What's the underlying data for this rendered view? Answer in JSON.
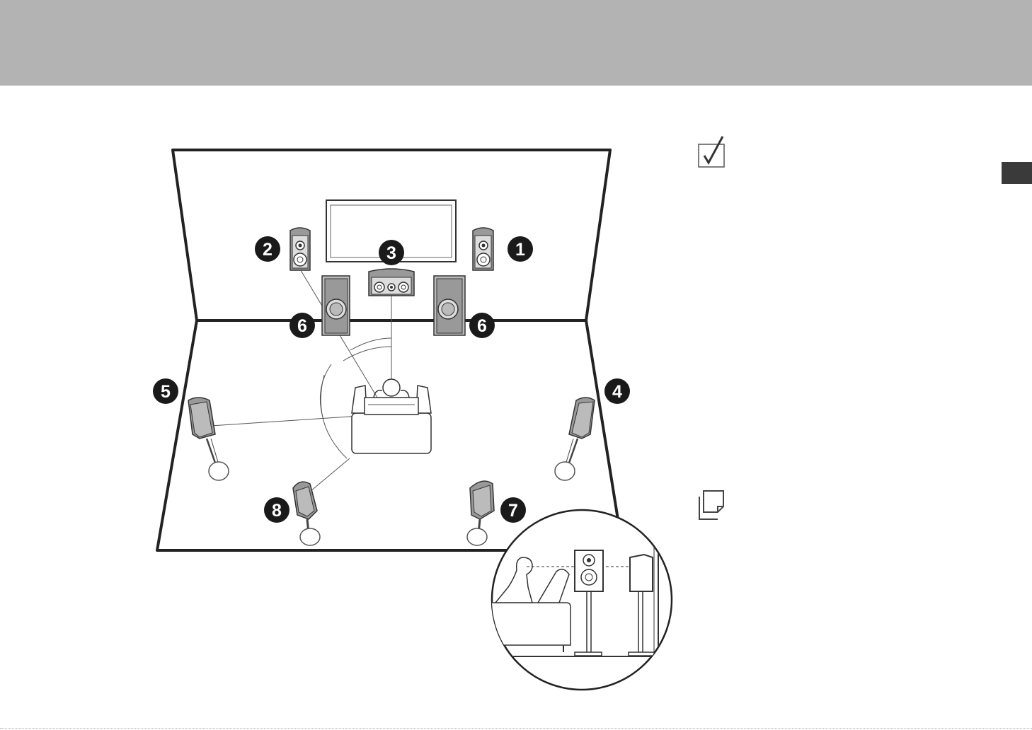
{
  "header": {
    "color": "#b3b3b3"
  },
  "side_tab": {
    "color": "#3a3a3a"
  },
  "icons": {
    "check": "checkbox-check-icon",
    "note": "note-pages-icon"
  },
  "speakers": [
    {
      "name": "front-right",
      "badge": "1"
    },
    {
      "name": "front-left",
      "badge": "2"
    },
    {
      "name": "center",
      "badge": "3"
    },
    {
      "name": "surround-right",
      "badge": "4"
    },
    {
      "name": "surround-left",
      "badge": "5"
    },
    {
      "name": "subwoofer-left",
      "badge": "6"
    },
    {
      "name": "subwoofer-right",
      "badge": "6"
    },
    {
      "name": "surround-back-right",
      "badge": "7"
    },
    {
      "name": "surround-back-left",
      "badge": "8"
    }
  ]
}
